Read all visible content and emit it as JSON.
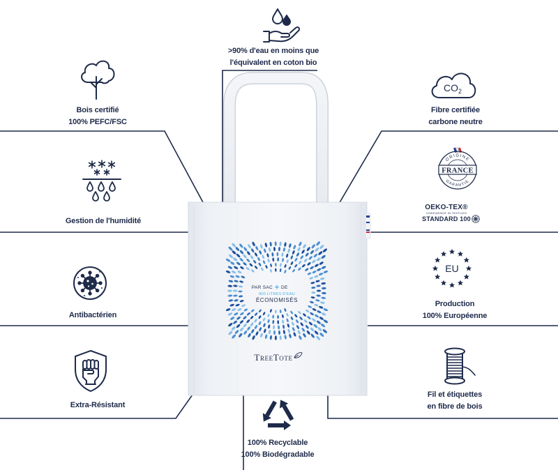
{
  "colors": {
    "navy": "#1e2a4a",
    "bag_light": "#f4f6f9",
    "bag_shade": "#e4e8ee",
    "print_light_blue": "#4fb0e0",
    "print_shades": [
      "#1d4f9c",
      "#2f6fb8",
      "#4b90d3",
      "#86bfe9"
    ],
    "flag": [
      "#1f3f9a",
      "#ffffff",
      "#d8262e"
    ]
  },
  "top_feature": {
    "icon": "water-hand-icon",
    "lines": [
      ">90% d'eau en moins que",
      "l'équivalent en coton bio"
    ]
  },
  "left_features": [
    {
      "icon": "tree-icon",
      "lines": [
        "Bois certifié",
        "100% PEFC/FSC"
      ]
    },
    {
      "icon": "humidity-icon",
      "lines": [
        "Gestion de l'humidité"
      ]
    },
    {
      "icon": "antibacterial-icon",
      "lines": [
        "Antibactérien"
      ]
    },
    {
      "icon": "shield-fist-icon",
      "lines": [
        "Extra-Résistant"
      ]
    }
  ],
  "right_features": [
    {
      "icon": "co2-cloud-icon",
      "icon_text": "CO",
      "icon_sub": "2",
      "lines": [
        "Fibre certifiée",
        "carbone neutre"
      ]
    },
    {
      "icon": "origine-france-badge",
      "badge": {
        "top": "ORIGINE",
        "main": "FRANCE",
        "bottom": "GARANTIE"
      },
      "lines": [
        "OEKO-TEX®",
        "CONFIDENCE IN TEXTILES",
        "STANDARD 100"
      ]
    },
    {
      "icon": "eu-stars-icon",
      "icon_text": "EU",
      "lines": [
        "Production",
        "100% Européenne"
      ]
    },
    {
      "icon": "thread-spool-icon",
      "lines": [
        "Fil et étiquettes",
        "en fibre de bois"
      ]
    }
  ],
  "bottom_feature": {
    "icon": "recycle-icon",
    "lines": [
      "100% Recyclable",
      "100% Biodégradable"
    ]
  },
  "bag": {
    "print": {
      "line1a": "PAR SAC",
      "plus": "+",
      "line1b": "DE",
      "line2": "800 LITRES D'EAU",
      "line3": "ÉCONOMISÉS"
    },
    "brand": "TreeTote"
  }
}
